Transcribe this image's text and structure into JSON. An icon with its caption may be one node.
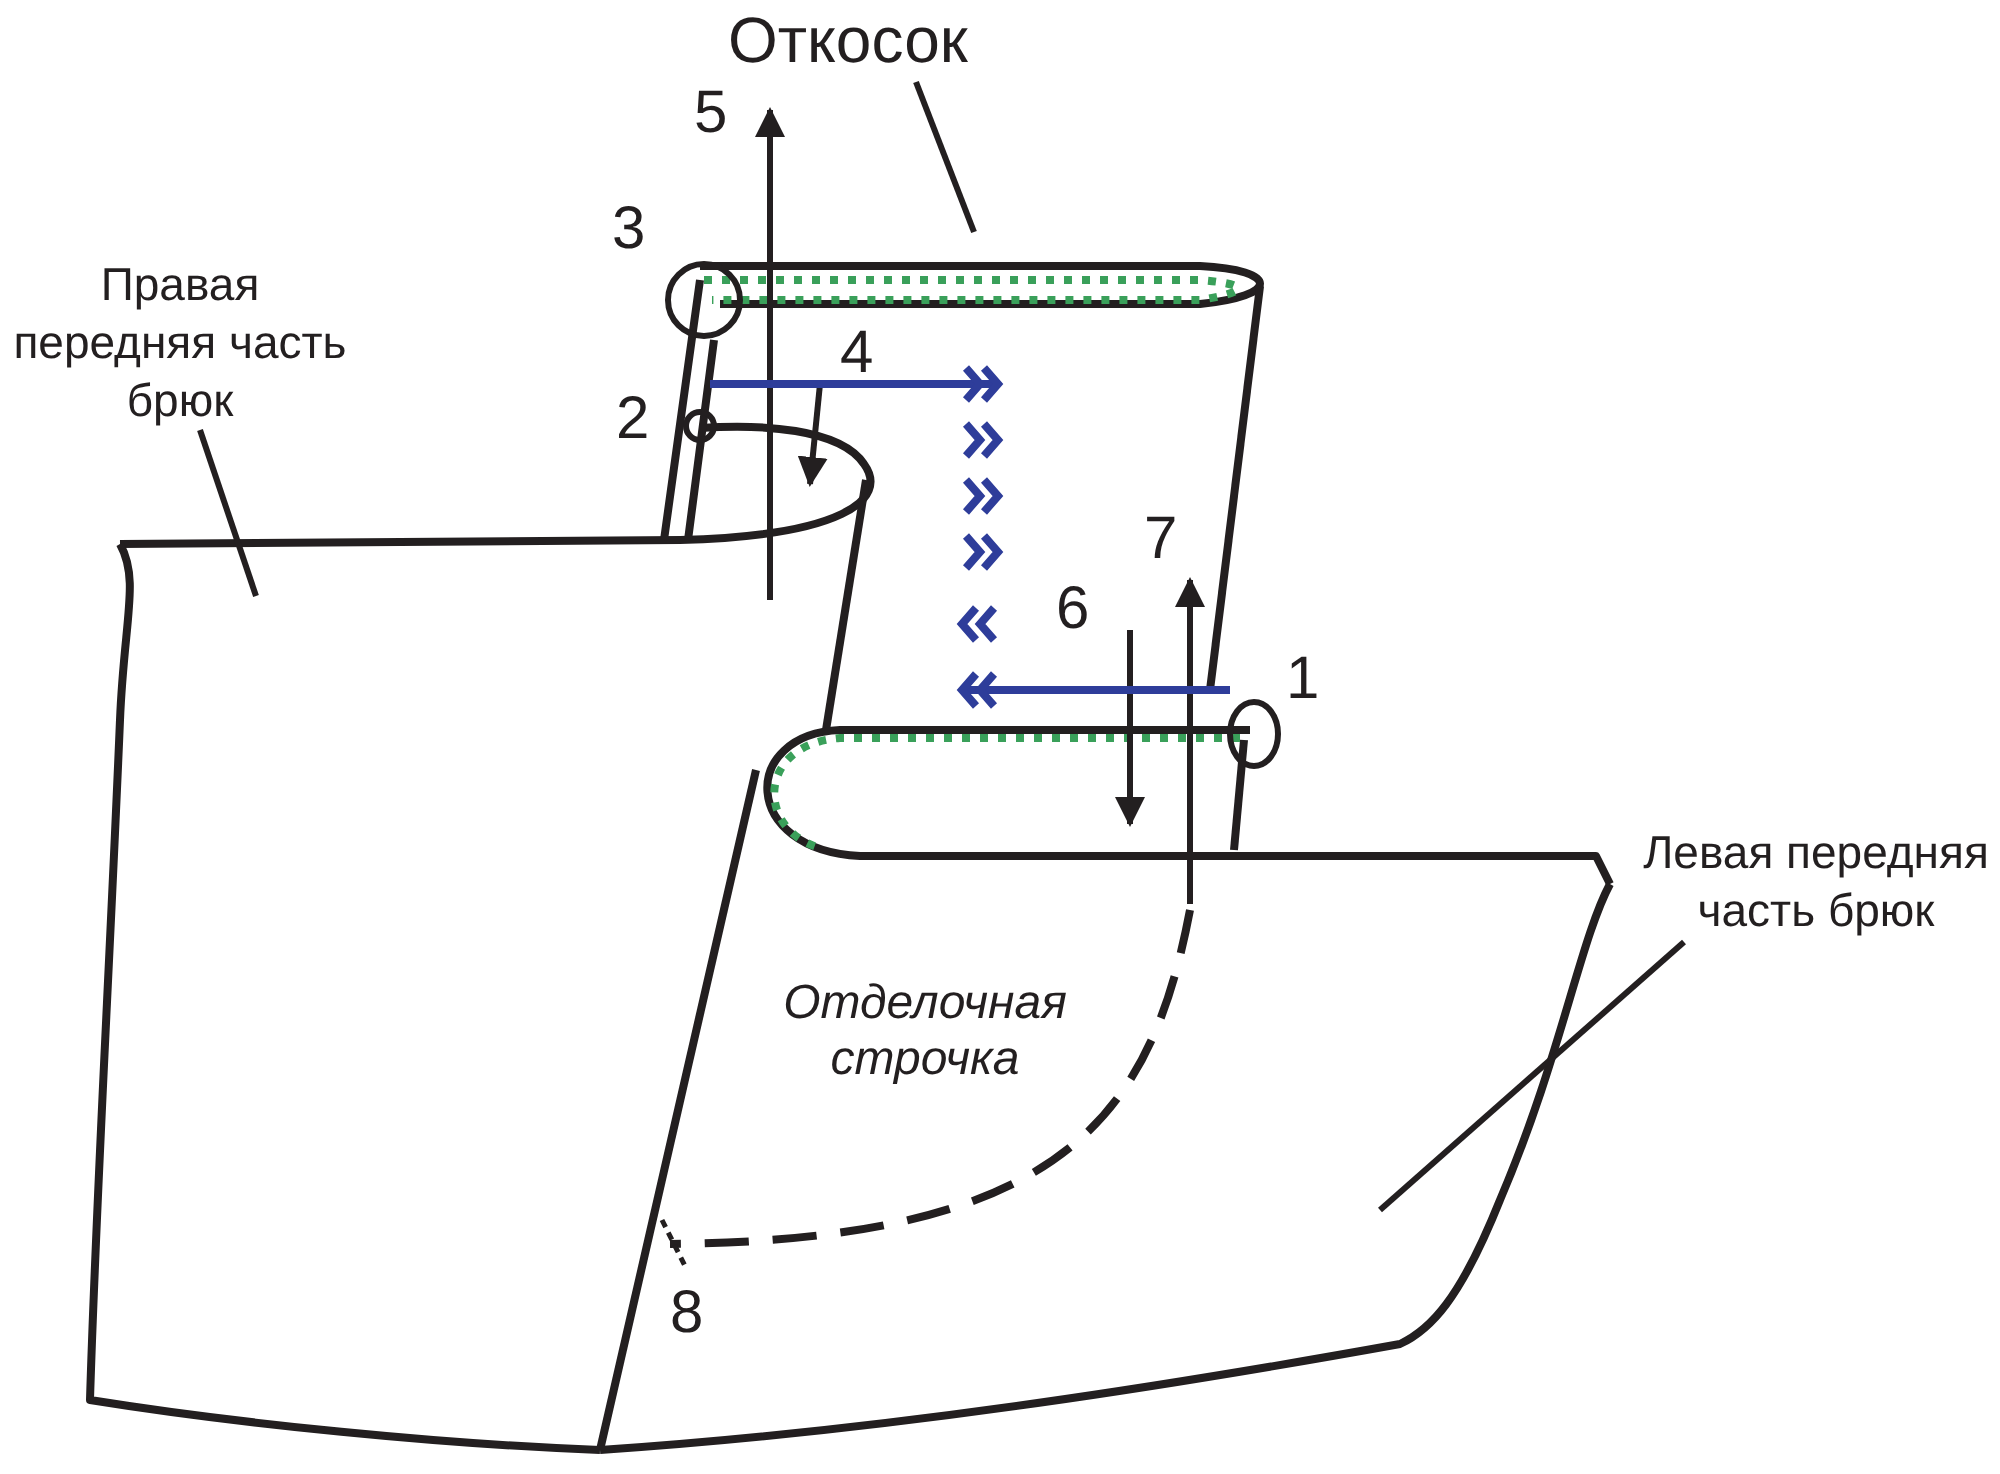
{
  "diagram": {
    "nodes": [
      {
        "text": [
          "Откосок"
        ]
      },
      {
        "text": [
          "Правая передняя часть брюк"
        ]
      },
      {
        "text": [
          "Левая передняя часть брюк"
        ]
      }
    ],
    "edges": [
      {
        "from": 0,
        "to": null,
        "arrow": "none"
      },
      {
        "from": 1,
        "to": null,
        "arrow": "none"
      },
      {
        "from": 2,
        "to": null,
        "arrow": "none"
      }
    ],
    "labels": [
      "5",
      "3",
      "4",
      "2",
      "7",
      "6",
      "1",
      "Отделочная строчка",
      "8"
    ]
  }
}
